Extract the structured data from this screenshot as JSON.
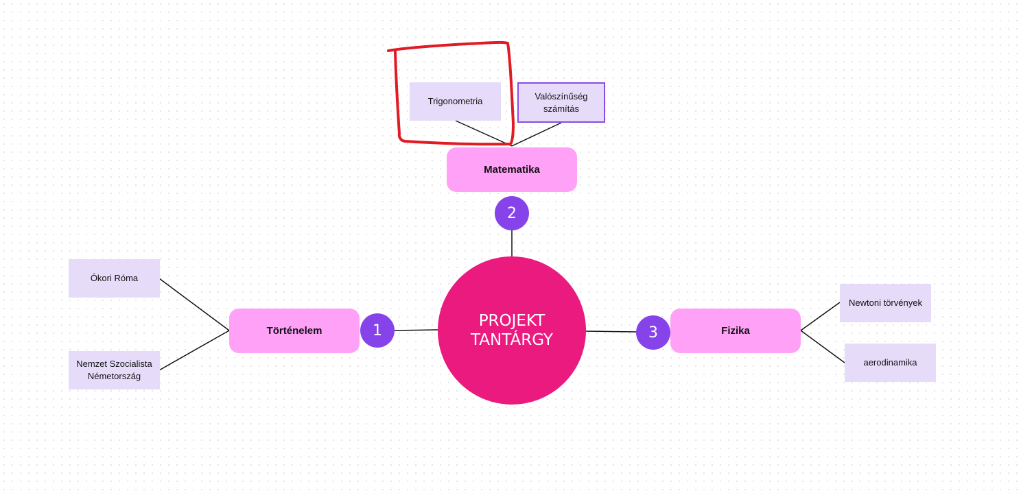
{
  "center": {
    "line1": "PROJEKT",
    "line2": "TANTÁRGY"
  },
  "topics": {
    "history": {
      "label": "Történelem",
      "badge": "1"
    },
    "math": {
      "label": "Matematika",
      "badge": "2"
    },
    "physics": {
      "label": "Fizika",
      "badge": "3"
    }
  },
  "leaves": {
    "history": {
      "ancient_rome": "Ókori Róma",
      "nazi_germany_line1": "Nemzet Szocialista",
      "nazi_germany_line2": "Németország"
    },
    "math": {
      "trigonometry": "Trigonometria",
      "probability_line1": "Valószínűség",
      "probability_line2": "számítás"
    },
    "physics": {
      "newton": "Newtoni törvények",
      "aerodynamics": "aerodinamika"
    }
  },
  "colors": {
    "center": "#ea1a7f",
    "topic": "#ffa1f7",
    "leaf": "#e6dcfa",
    "badge": "#8643ea",
    "selection_border": "#8a4ae6",
    "annotation": "#e01b24"
  },
  "icons": {
    "annotation": "hand-drawn-box"
  }
}
